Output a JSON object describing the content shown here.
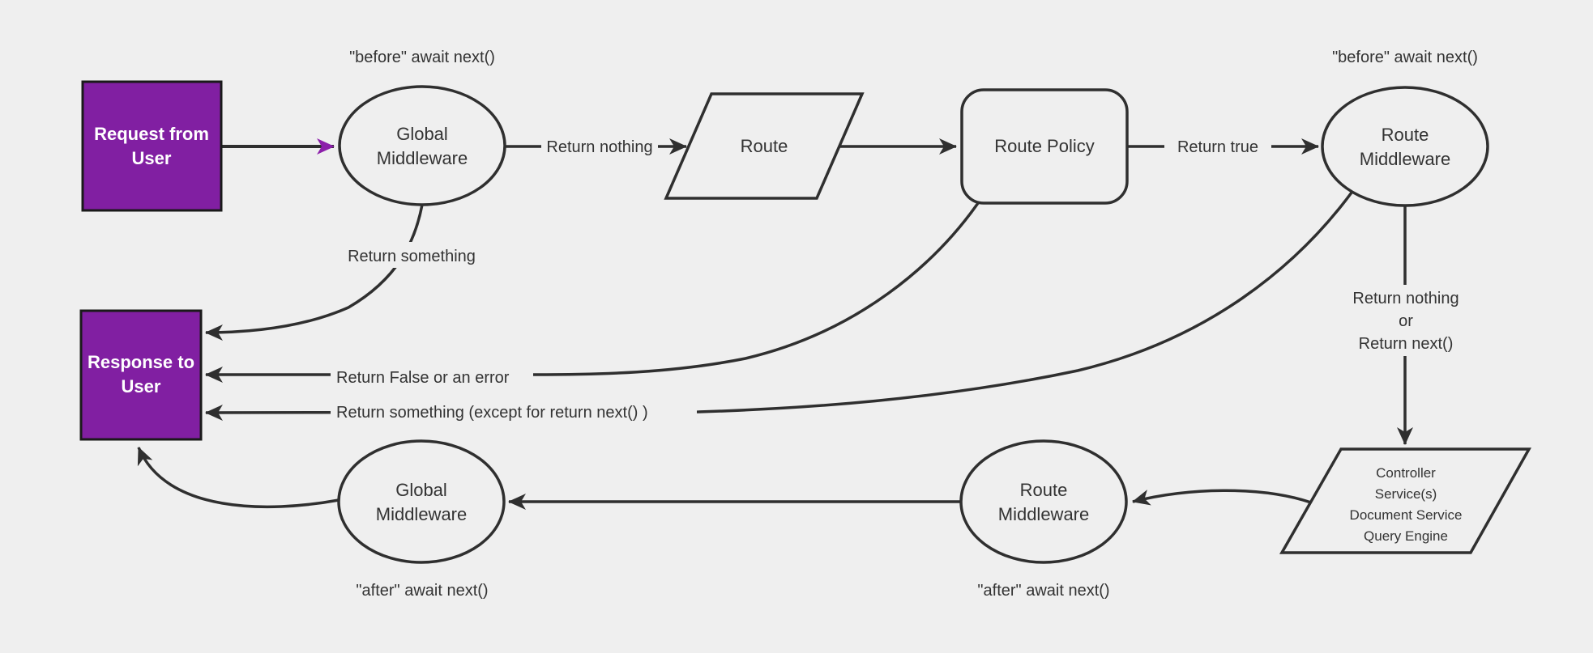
{
  "colors": {
    "background": "#efefef",
    "stroke": "#2f2f2f",
    "text": "#333333",
    "accent": "#811fa2",
    "accent_arrow": "#8c1faa",
    "box_border": "#1a1a1a",
    "box_text": "#ffffff"
  },
  "nodes": {
    "request": {
      "line1": "Request from",
      "line2": "User"
    },
    "global_middleware_top": {
      "line1": "Global",
      "line2": "Middleware"
    },
    "route": {
      "label": "Route"
    },
    "route_policy": {
      "label": "Route Policy"
    },
    "route_middleware_top": {
      "line1": "Route",
      "line2": "Middleware"
    },
    "controller": {
      "line1": "Controller",
      "line2": "Service(s)",
      "line3": "Document Service",
      "line4": "Query Engine"
    },
    "route_middleware_bottom": {
      "line1": "Route",
      "line2": "Middleware"
    },
    "global_middleware_bottom": {
      "line1": "Global",
      "line2": "Middleware"
    },
    "response": {
      "line1": "Response to",
      "line2": "User"
    }
  },
  "edge_labels": {
    "before_left": "\"before\" await next()",
    "before_right": "\"before\" await next()",
    "return_nothing": "Return nothing",
    "return_true": "Return true",
    "return_nothing_or_1": "Return nothing",
    "return_nothing_or_2": "or",
    "return_nothing_or_3": "Return next()",
    "return_something": "Return something",
    "return_false": "Return False or an error",
    "return_something_except": "Return something (except for return next() )",
    "after_left": "\"after\" await next()",
    "after_right": "\"after\" await next()"
  }
}
